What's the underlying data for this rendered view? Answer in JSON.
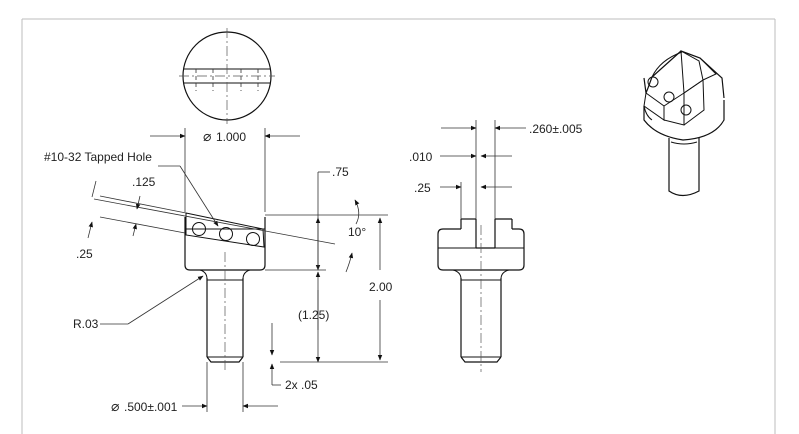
{
  "colors": {
    "line": "#111111",
    "background": "#ffffff",
    "border": "#bdbdbd"
  },
  "dimensions": {
    "head_diameter": "1.000",
    "hole_callout": "#10-32 Tapped Hole",
    "hole_offset": ".125",
    "hole_edge": ".25",
    "slot_depth": ".75",
    "angle": "10°",
    "radius": "R.03",
    "shank_length": "(1.25)",
    "overall_length": "2.00",
    "chamfer": "2x .05",
    "shank_diameter": ".500±.001",
    "slot_width": ".260±.005",
    "slot_offset": ".010",
    "side_slot_depth": ".25"
  }
}
